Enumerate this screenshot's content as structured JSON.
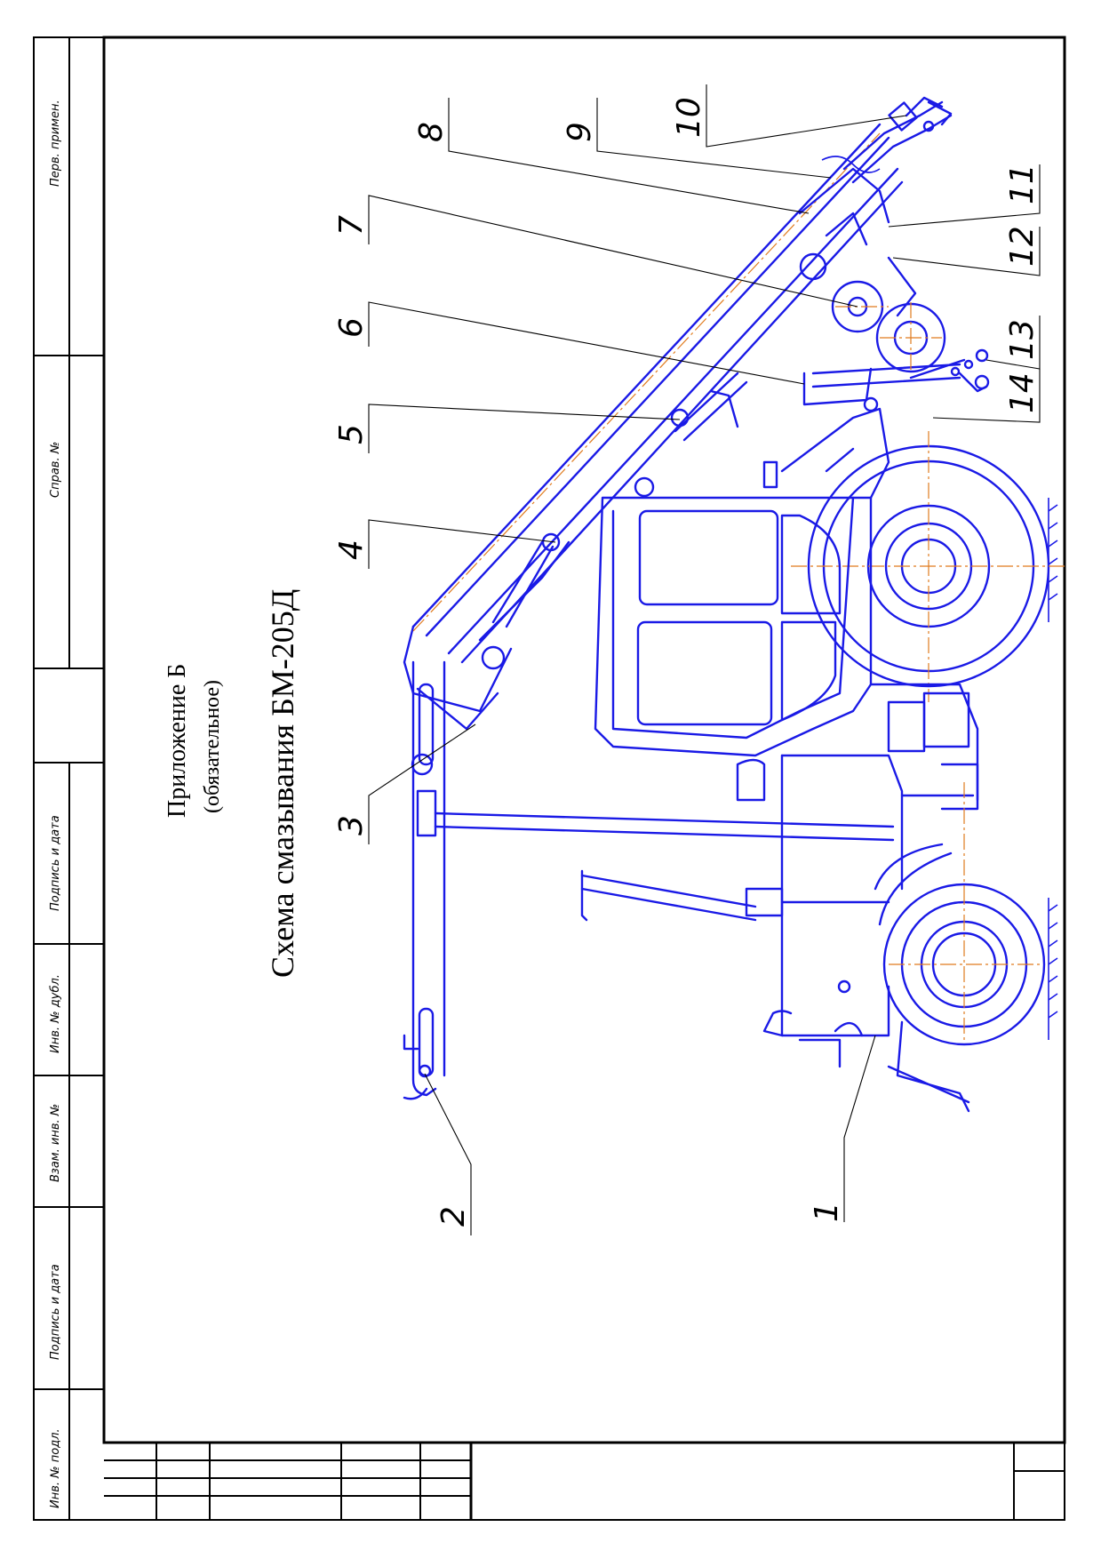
{
  "side_stamp": {
    "labels": [
      "Инв. № подл.",
      "Подпись и дата",
      "Взам. инв. №",
      "Инв. № дубл.",
      "Подпись и дата"
    ]
  },
  "top_stamp": {
    "labels": [
      "Перв. примен.",
      "Справ. №"
    ]
  },
  "appendix": {
    "title": "Приложение Б",
    "subtitle": "(обязательное)"
  },
  "drawing": {
    "title": "Схема смазывания БМ-205Д",
    "line_color": "#1a1ae6",
    "axis_color": "#e07b1f",
    "callouts": [
      "1",
      "2",
      "3",
      "4",
      "5",
      "6",
      "7",
      "8",
      "9",
      "10",
      "11",
      "12",
      "13",
      "14"
    ]
  }
}
